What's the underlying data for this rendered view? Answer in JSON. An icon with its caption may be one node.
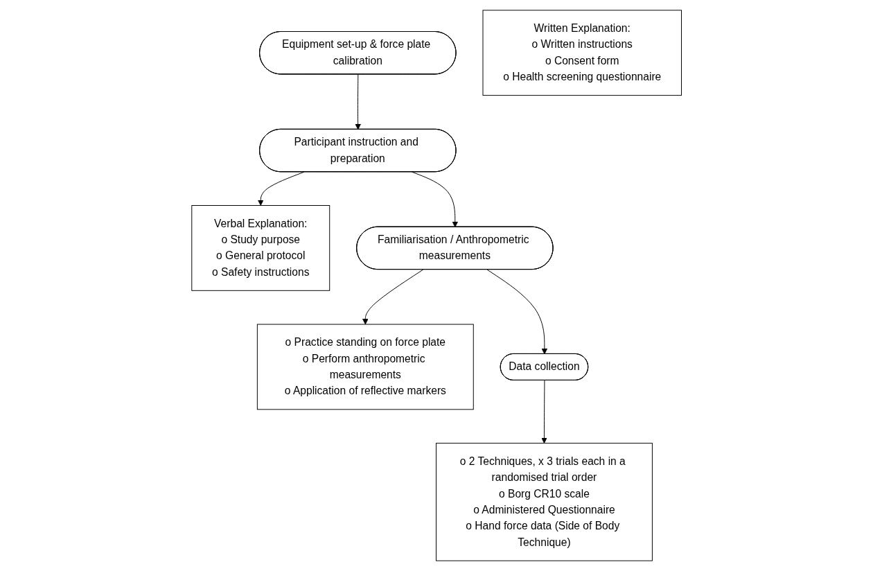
{
  "diagram": {
    "nodes": [
      {
        "text": [
          "Equipment set-up & force plate calibration"
        ]
      },
      {
        "text": [
          "Participant instruction and preparation"
        ]
      },
      {
        "text": [
          "Verbal Explanation:",
          "o Study purpose",
          "o General protocol",
          "o Safety instructions"
        ]
      },
      {
        "text": [
          "Written Explanation:",
          "o Written instructions",
          "o Consent form",
          "o Health screening questionnaire"
        ]
      },
      {
        "text": [
          "Familiarisation / Anthropometric measurements"
        ]
      },
      {
        "text": [
          "o Practice standing on force plate",
          "o Perform anthropometric measurements",
          "o Application of reflective markers"
        ]
      },
      {
        "text": [
          "Data collection"
        ]
      },
      {
        "text": [
          "o 2 Techniques, x 3 trials each in a randomised trial order",
          "o Borg CR10 scale",
          "o Administered Questionnaire",
          "o Hand force data (Side of Body Technique)"
        ]
      }
    ],
    "edges": [
      {
        "from": 0,
        "to": 1,
        "arrow": "to"
      },
      {
        "from": 1,
        "to": 2,
        "arrow": "to"
      },
      {
        "from": 1,
        "to": 4,
        "arrow": "to"
      },
      {
        "from": 4,
        "to": 5,
        "arrow": "to"
      },
      {
        "from": 4,
        "to": 6,
        "arrow": "to"
      },
      {
        "from": 6,
        "to": 7,
        "arrow": "to"
      }
    ]
  }
}
